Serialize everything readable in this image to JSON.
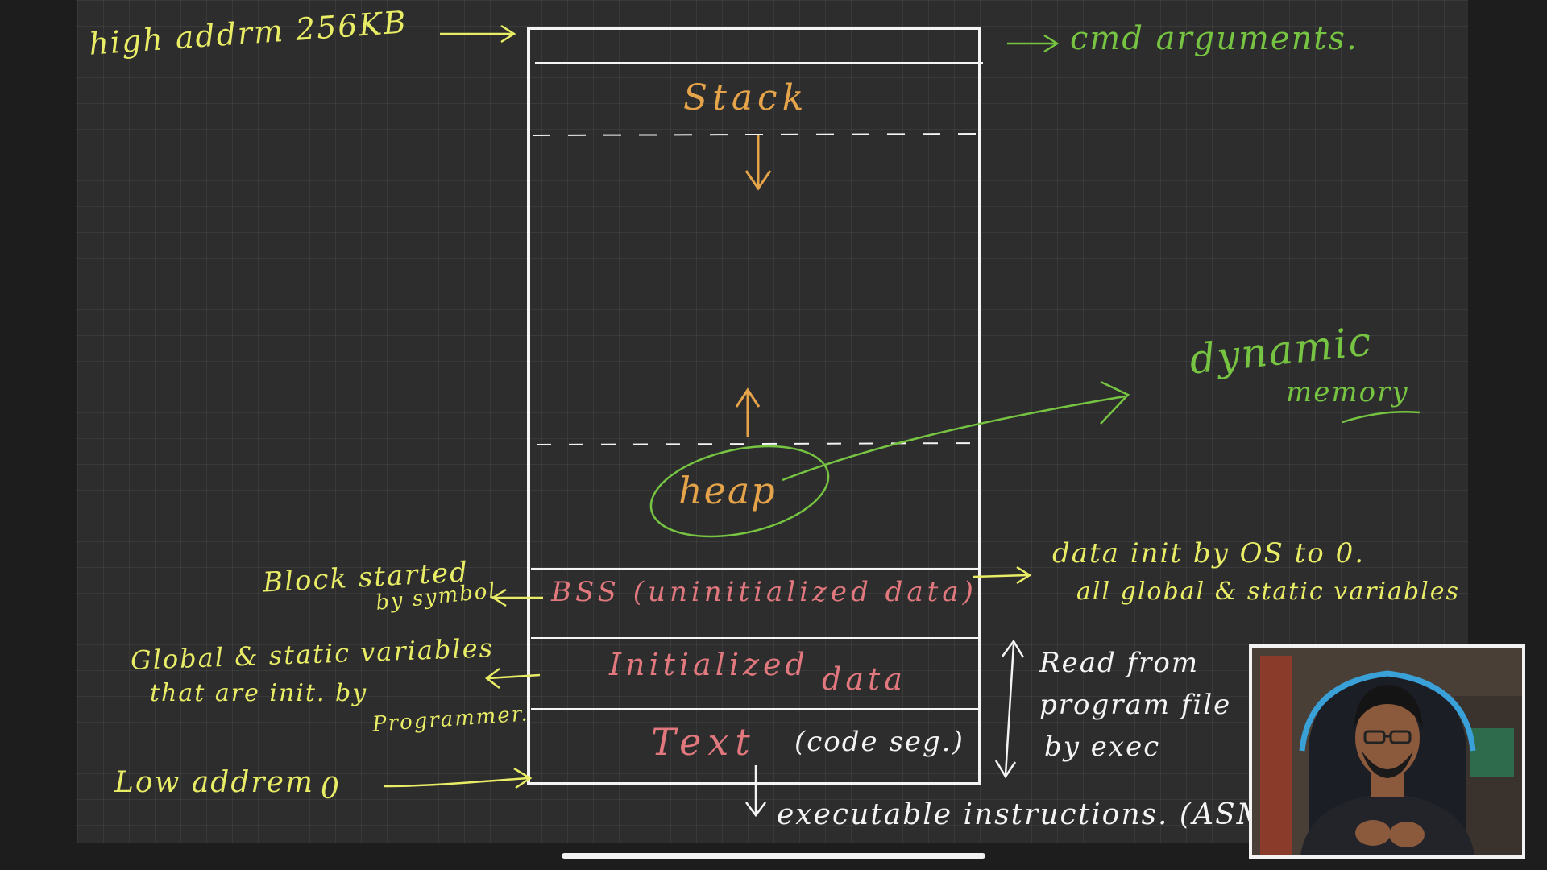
{
  "colors": {
    "yellow": "#e9ed66",
    "green": "#76c442",
    "orange": "#e6a44a",
    "pink": "#e0787e",
    "white": "#f4f4f4"
  },
  "diagram": {
    "high_address": "high addrm 256KB",
    "cmd_arguments": "cmd arguments.",
    "stack": "Stack",
    "dynamic": "dynamic",
    "memory": "memory",
    "heap": "heap",
    "bss": "BSS (uninitialized data)",
    "block_started_line1": "Block started",
    "block_started_line2": "by symbol",
    "bss_note_line1": "data init by OS to 0.",
    "bss_note_line2": "all global & static variables",
    "global_line1": "Global & static variables",
    "global_line2": "that are init. by",
    "global_line3": "Programmer.",
    "initialized": "Initialized",
    "initialized_data": "data",
    "read_from_line1": "Read from",
    "read_from_line2": "program file",
    "read_from_line3": "by exec",
    "text_segment": "Text",
    "code_seg": "(code seg.)",
    "low_address": "Low addrem",
    "low_zero": "0",
    "executable": "executable instructions. (ASM"
  },
  "video": {
    "webcam_alt": "presenter webcam"
  }
}
